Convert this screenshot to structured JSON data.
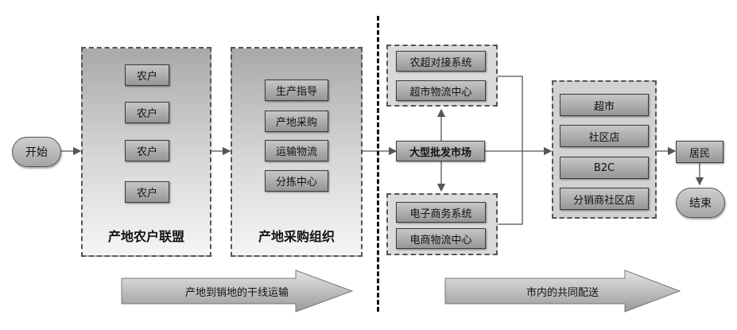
{
  "start_label": "开始",
  "end_label": "结束",
  "farmer_union": {
    "title": "产地农户联盟",
    "items": [
      "农户",
      "农户",
      "农户",
      "农户"
    ]
  },
  "procurement_org": {
    "title": "产地采购组织",
    "items": [
      "生产指导",
      "产地采购",
      "运输物流",
      "分拣中心"
    ]
  },
  "farm_supermarket_group": {
    "items": [
      "农超对接系统",
      "超市物流中心"
    ]
  },
  "wholesale_market": "大型批发市场",
  "ecommerce_group": {
    "items": [
      "电子商务系统",
      "电商物流中心"
    ]
  },
  "retail_group": {
    "items": [
      "超市",
      "社区店",
      "B2C",
      "分销商社区店"
    ]
  },
  "residents": "居民",
  "bottom_arrows": {
    "left": "产地到销地的干线运输",
    "right": "市内的共同配送"
  }
}
